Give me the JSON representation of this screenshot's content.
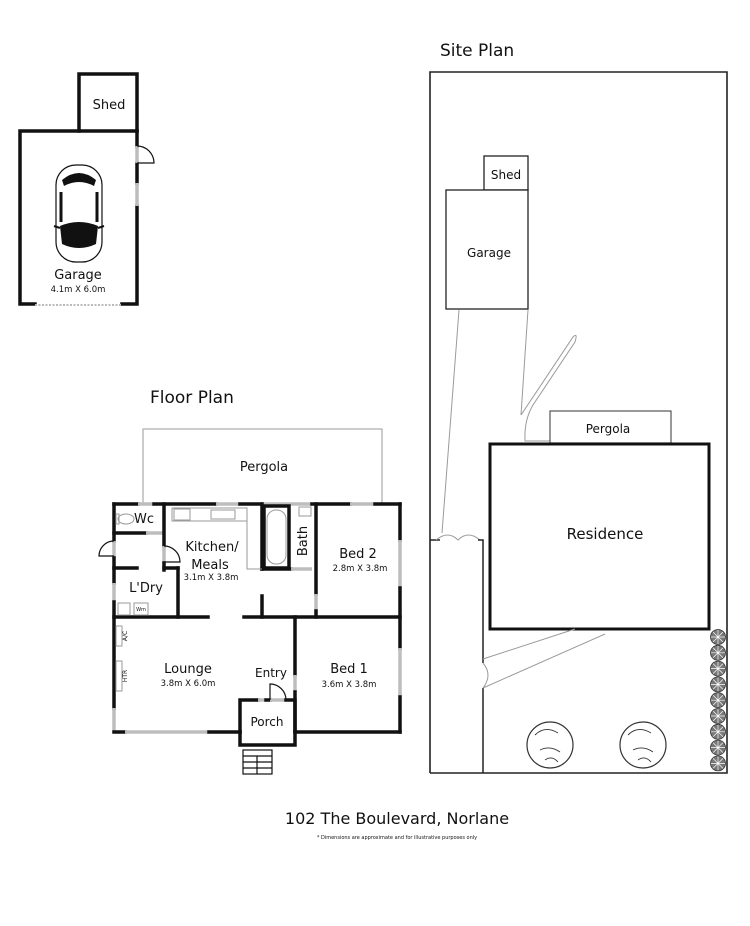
{
  "site_plan": {
    "title": "Site Plan",
    "shed_label": "Shed",
    "garage_label": "Garage",
    "pergola_label": "Pergola",
    "residence_label": "Residence"
  },
  "garage_plan": {
    "shed_label": "Shed",
    "garage_label": "Garage",
    "garage_dims": "4.1m X 6.0m"
  },
  "floor_plan": {
    "title": "Floor Plan",
    "pergola_label": "Pergola",
    "rooms": {
      "wc": {
        "label": "Wc"
      },
      "kitchen": {
        "label_line1": "Kitchen/",
        "label_line2": "Meals",
        "dims": "3.1m X 3.8m"
      },
      "bath": {
        "label": "Bath"
      },
      "bed2": {
        "label": "Bed 2",
        "dims": "2.8m X 3.8m"
      },
      "laundry": {
        "label": "L'Dry",
        "wm_label": "Wm"
      },
      "lounge": {
        "label": "Lounge",
        "dims": "3.8m X 6.0m",
        "ac_label": "A/C",
        "heater_label": "HTR"
      },
      "entry": {
        "label": "Entry"
      },
      "bed1": {
        "label": "Bed 1",
        "dims": "3.6m X 3.8m"
      },
      "porch": {
        "label": "Porch"
      }
    }
  },
  "footer": {
    "address": "102 The Boulevard, Norlane",
    "disclaimer": "* Dimensions are approximate and for illustrative purposes only"
  }
}
